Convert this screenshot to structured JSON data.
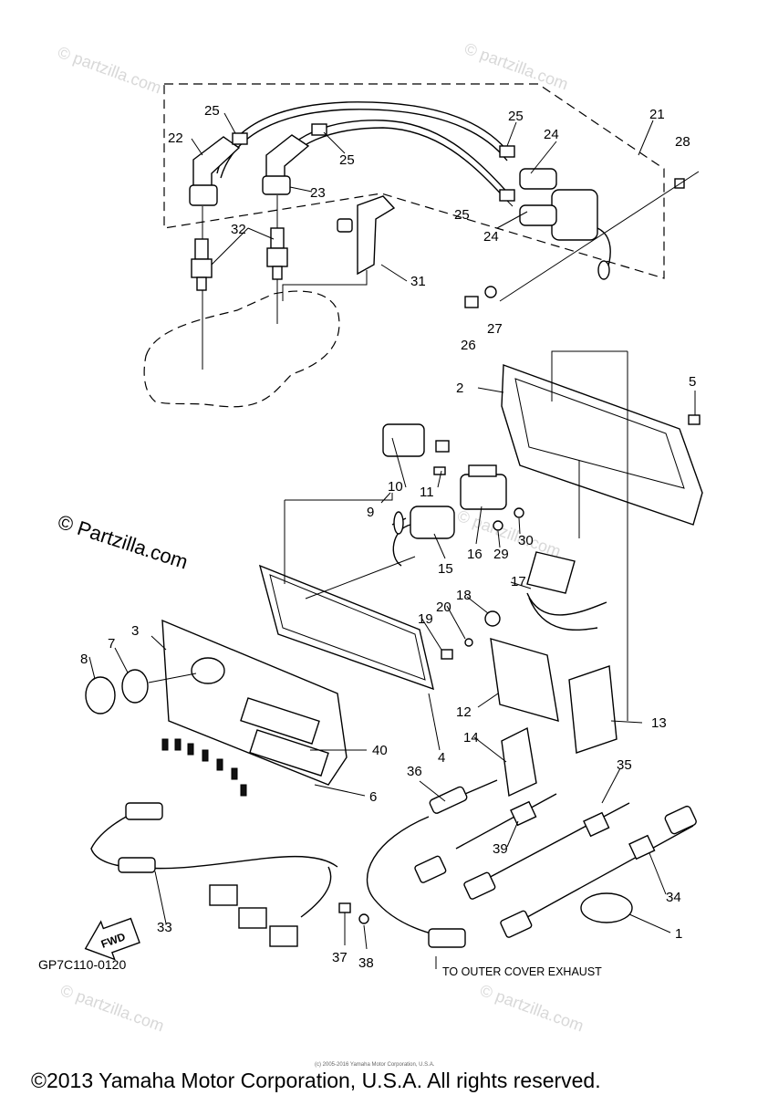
{
  "watermark": {
    "text": "© Partzilla.com",
    "small": "© partzilla.com"
  },
  "callouts": [
    "1",
    "2",
    "3",
    "4",
    "5",
    "6",
    "7",
    "8",
    "9",
    "10",
    "11",
    "12",
    "13",
    "14",
    "15",
    "16",
    "17",
    "18",
    "19",
    "20",
    "21",
    "22",
    "23",
    "24",
    "24",
    "25",
    "25",
    "25",
    "25",
    "26",
    "27",
    "28",
    "29",
    "30",
    "31",
    "32",
    "33",
    "34",
    "35",
    "36",
    "37",
    "38",
    "39",
    "40"
  ],
  "fwd_label": "FWD",
  "diagram_ref": "GP7C110-0120",
  "note_exhaust": "TO OUTER COVER EXHAUST",
  "fine_print": "(c) 2005-2016 Yamaha Motor Corporation, U.S.A.",
  "copyright": "©2013 Yamaha Motor Corporation, U.S.A. All rights reserved."
}
